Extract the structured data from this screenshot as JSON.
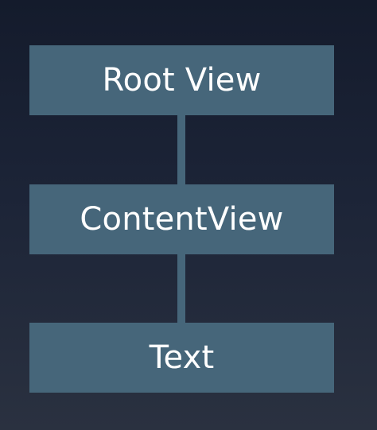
{
  "diagram": {
    "nodes": [
      {
        "label": "Root View"
      },
      {
        "label": "ContentView"
      },
      {
        "label": "Text"
      }
    ],
    "edges": [
      {
        "from": "Root View",
        "to": "ContentView"
      },
      {
        "from": "ContentView",
        "to": "Text"
      }
    ]
  }
}
